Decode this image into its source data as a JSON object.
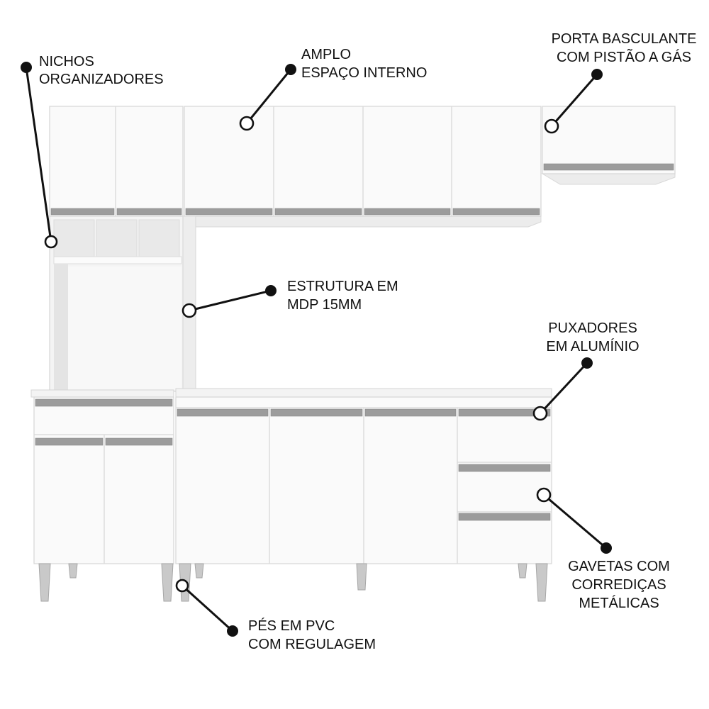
{
  "callouts": [
    {
      "id": "nichos",
      "lines": [
        "NICHOS",
        "ORGANIZADORES"
      ]
    },
    {
      "id": "amplo",
      "lines": [
        "AMPLO",
        "ESPAÇO INTERNO"
      ]
    },
    {
      "id": "porta",
      "lines": [
        "PORTA BASCULANTE",
        "COM PISTÃO A GÁS"
      ]
    },
    {
      "id": "estrutura",
      "lines": [
        "ESTRUTURA EM",
        "MDP 15MM"
      ]
    },
    {
      "id": "puxadores",
      "lines": [
        "PUXADORES",
        "EM ALUMÍNIO"
      ]
    },
    {
      "id": "gavetas",
      "lines": [
        "GAVETAS COM",
        "CORREDIÇAS",
        "METÁLICAS"
      ]
    },
    {
      "id": "pes",
      "lines": [
        "PÉS EM PVC",
        "COM REGULAGEM"
      ]
    }
  ],
  "colors": {
    "cabinet": "#fafafa",
    "handle_aluminium": "#9c9c9c",
    "callout": "#111111",
    "background": "#ffffff"
  }
}
